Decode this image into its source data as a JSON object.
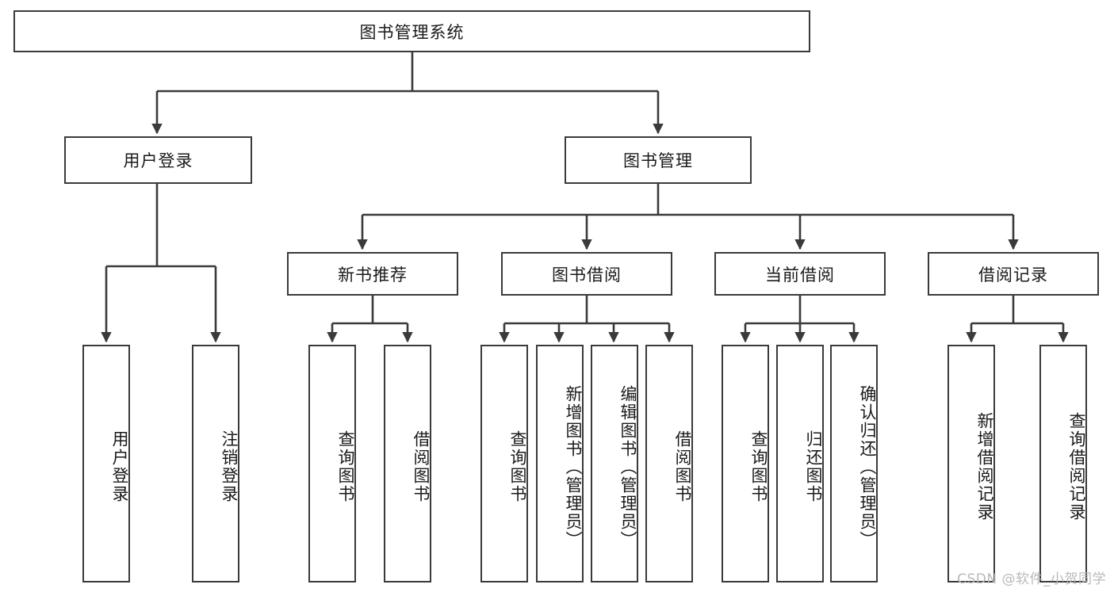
{
  "diagram": {
    "title": "图书管理系统",
    "type": "tree",
    "watermark": "CSDN @软件_小贺同学",
    "colors": {
      "stroke": "#3a3a3a",
      "fill": "#ffffff",
      "text": "#1a1a1a",
      "watermark": "#b9b9b9"
    },
    "nodes": {
      "root": {
        "label": "图书管理系统"
      },
      "level2": [
        {
          "label": "用户登录"
        },
        {
          "label": "图书管理"
        }
      ],
      "level3": [
        {
          "label": "新书推荐"
        },
        {
          "label": "图书借阅"
        },
        {
          "label": "当前借阅"
        },
        {
          "label": "借阅记录"
        }
      ],
      "leaves": {
        "user_login": [
          {
            "label": "用户登录"
          },
          {
            "label": "注销登录"
          }
        ],
        "new_book_recommend": [
          {
            "label": "查询图书"
          },
          {
            "label": "借阅图书"
          }
        ],
        "book_borrow": [
          {
            "label": "查询图书"
          },
          {
            "label": "新增图书（管理员）"
          },
          {
            "label": "编辑图书（管理员）"
          },
          {
            "label": "借阅图书"
          }
        ],
        "current_borrow": [
          {
            "label": "查询图书"
          },
          {
            "label": "归还图书"
          },
          {
            "label": "确认归还（管理员）"
          }
        ],
        "borrow_record": [
          {
            "label": "新增借阅记录"
          },
          {
            "label": "查询借阅记录"
          }
        ]
      }
    }
  }
}
